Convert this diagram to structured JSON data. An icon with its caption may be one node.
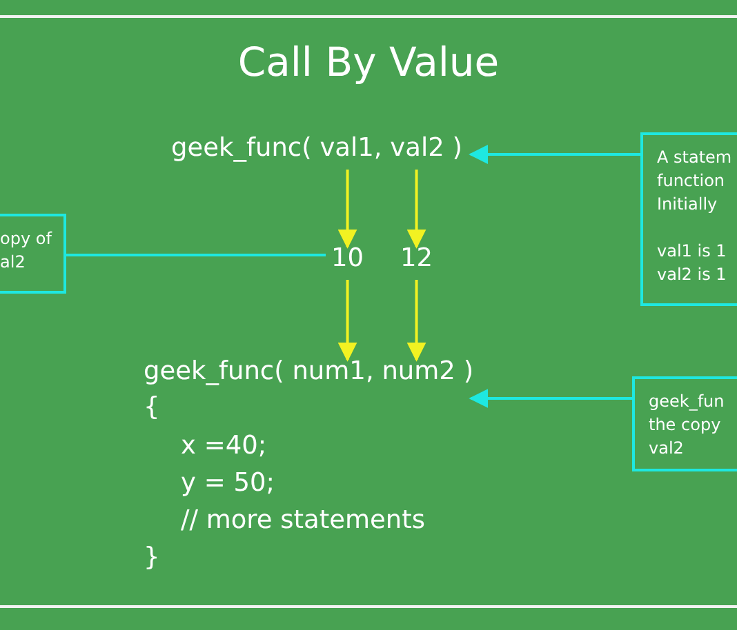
{
  "diagram": {
    "title": "Call By Value",
    "nodes": [
      {
        "text": [
          "geek_func( val1, val2 )"
        ]
      },
      {
        "text": [
          "10"
        ]
      },
      {
        "text": [
          "12"
        ]
      },
      {
        "text": [
          "geek_func( num1, num2 )"
        ]
      },
      {
        "text": [
          "opy of al2"
        ]
      },
      {
        "text": [
          "A statem function Initially",
          "val1 is 1 val2 is 1"
        ]
      },
      {
        "text": [
          "geek_fun the copy val2"
        ]
      }
    ],
    "edges": [
      {
        "from": 0,
        "to": 1,
        "arrow": "to"
      },
      {
        "from": 0,
        "to": 2,
        "arrow": "to"
      },
      {
        "from": 1,
        "to": 3,
        "arrow": "to"
      },
      {
        "from": 2,
        "to": 3,
        "arrow": "to"
      },
      {
        "from": 5,
        "to": 0,
        "arrow": "to",
        "color": "#1ee8e0"
      },
      {
        "from": 4,
        "to": 1,
        "arrow": "none",
        "color": "#1ee8e0"
      },
      {
        "from": 6,
        "to": 3,
        "arrow": "to",
        "color": "#1ee8e0"
      }
    ],
    "labels": [
      "{",
      "x =40;",
      "y = 50;",
      "// more statements",
      "}"
    ]
  }
}
